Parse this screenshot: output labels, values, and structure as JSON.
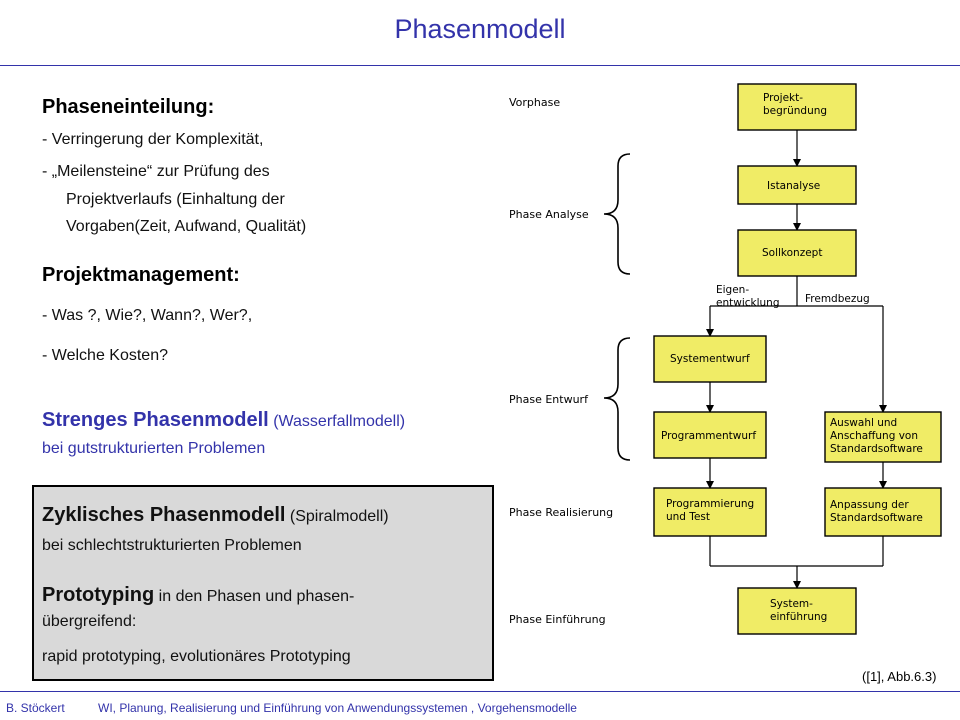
{
  "slide": {
    "title": "Phasenmodell",
    "phaseneinteilung": {
      "heading": "Phaseneinteilung:",
      "item1": "- Verringerung der Komplexität,",
      "item2_line1": "-  „Meilensteine“ zur Prüfung des",
      "item2_line2": "Projektverlaufs (Einhaltung der",
      "item2_line3": "Vorgaben(Zeit, Aufwand, Qualität)"
    },
    "projektmanagement": {
      "heading": "Projektmanagement:",
      "item1": "- Was ?, Wie?, Wann?, Wer?,",
      "item2": "- Welche Kosten?"
    },
    "strenges": {
      "bold": "Strenges Phasenmodell",
      "paren": " (Wasserfallmodell)",
      "line2": "bei gutstrukturierten Problemen"
    },
    "zyklisch": {
      "bold": "Zyklisches Phasenmodell",
      "paren": " (Spiralmodell)",
      "line2": "bei schlechtstrukturierten Problemen",
      "proto_bold": "Prototyping",
      "proto_rest": " in den Phasen und phasen-",
      "proto_line2": "übergreifend:",
      "proto_line3": "rapid prototyping, evolutionäres Prototyping"
    },
    "reference": "([1], Abb.6.3)",
    "footer": {
      "author": "B. Stöckert",
      "course": "WI, Planung, Realisierung und Einführung von Anwendungssystemen , Vorgehensmodelle"
    }
  },
  "diagram": {
    "phases": {
      "vorphase": "Vorphase",
      "analyse": "Phase Analyse",
      "entwurf": "Phase Entwurf",
      "realisierung": "Phase Realisierung",
      "einfuehrung": "Phase Einführung"
    },
    "boxes": {
      "projektbegruendung": [
        "Projekt-",
        "begründung"
      ],
      "istanalyse": [
        "Istanalyse"
      ],
      "sollkonzept": [
        "Sollkonzept"
      ],
      "systementwurf": [
        "Systementwurf"
      ],
      "programmentwurf": [
        "Programmentwurf"
      ],
      "programmierung": [
        "Programmierung",
        "und Test"
      ],
      "auswahl": [
        "Auswahl und",
        "Anschaffung von",
        "Standardsoftware"
      ],
      "anpassung": [
        "Anpassung der",
        "Standardsoftware"
      ],
      "systemeinfuehrung": [
        "System-",
        "einführung"
      ]
    },
    "branches": {
      "eigen": [
        "Eigen-",
        "entwicklung"
      ],
      "fremd": "Fremdbezug"
    },
    "colors": {
      "box_fill": "#f0ec66",
      "accent": "#3333aa",
      "panel": "#d9d9d9"
    }
  }
}
